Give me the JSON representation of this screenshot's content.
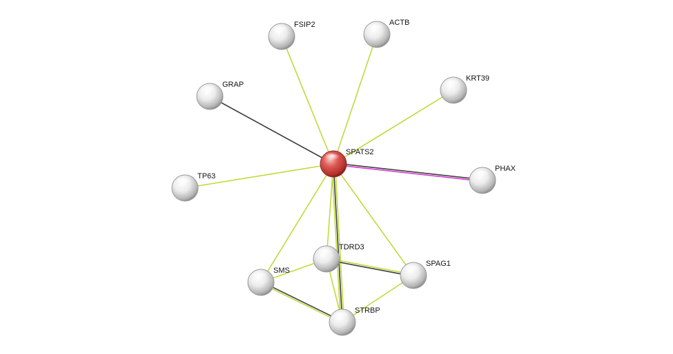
{
  "nodes": [
    {
      "id": "SPATS2",
      "label": "SPATS2",
      "query": true
    },
    {
      "id": "FSIP2",
      "label": "FSIP2"
    },
    {
      "id": "ACTB",
      "label": "ACTB"
    },
    {
      "id": "KRT39",
      "label": "KRT39"
    },
    {
      "id": "GRAP",
      "label": "GRAP"
    },
    {
      "id": "TP63",
      "label": "TP63"
    },
    {
      "id": "PHAX",
      "label": "PHAX"
    },
    {
      "id": "TDRD3",
      "label": "TDRD3"
    },
    {
      "id": "SPAG1",
      "label": "SPAG1"
    },
    {
      "id": "SMS",
      "label": "SMS"
    },
    {
      "id": "STRBP",
      "label": "STRBP"
    }
  ],
  "edges": [
    {
      "a": "SPATS2",
      "b": "FSIP2",
      "channels": [
        "textmining"
      ]
    },
    {
      "a": "SPATS2",
      "b": "ACTB",
      "channels": [
        "textmining"
      ]
    },
    {
      "a": "SPATS2",
      "b": "KRT39",
      "channels": [
        "textmining"
      ]
    },
    {
      "a": "SPATS2",
      "b": "GRAP",
      "channels": [
        "coexpression"
      ]
    },
    {
      "a": "SPATS2",
      "b": "TP63",
      "channels": [
        "textmining"
      ]
    },
    {
      "a": "SPATS2",
      "b": "PHAX",
      "channels": [
        "coexpression",
        "experiments"
      ]
    },
    {
      "a": "SPATS2",
      "b": "TDRD3",
      "channels": [
        "textmining"
      ]
    },
    {
      "a": "SPATS2",
      "b": "SPAG1",
      "channels": [
        "textmining"
      ]
    },
    {
      "a": "SPATS2",
      "b": "SMS",
      "channels": [
        "textmining"
      ]
    },
    {
      "a": "SPATS2",
      "b": "STRBP",
      "channels": [
        "textmining",
        "coexpression",
        "textmining"
      ]
    },
    {
      "a": "TDRD3",
      "b": "SPAG1",
      "channels": [
        "textmining",
        "coexpression"
      ]
    },
    {
      "a": "TDRD3",
      "b": "SMS",
      "channels": [
        "textmining"
      ]
    },
    {
      "a": "TDRD3",
      "b": "STRBP",
      "channels": [
        "textmining"
      ]
    },
    {
      "a": "SMS",
      "b": "STRBP",
      "channels": [
        "coexpression",
        "textmining"
      ]
    },
    {
      "a": "SPAG1",
      "b": "STRBP",
      "channels": [
        "textmining"
      ]
    }
  ],
  "colors": {
    "textmining": "#c2d93a",
    "coexpression": "#3d3d3d",
    "experiments": "#d63ad0",
    "node_fill": "#f0f0f0",
    "node_stroke": "#9a9a9a",
    "query_fill": "#d9534f",
    "query_stroke": "#8a2a28"
  }
}
